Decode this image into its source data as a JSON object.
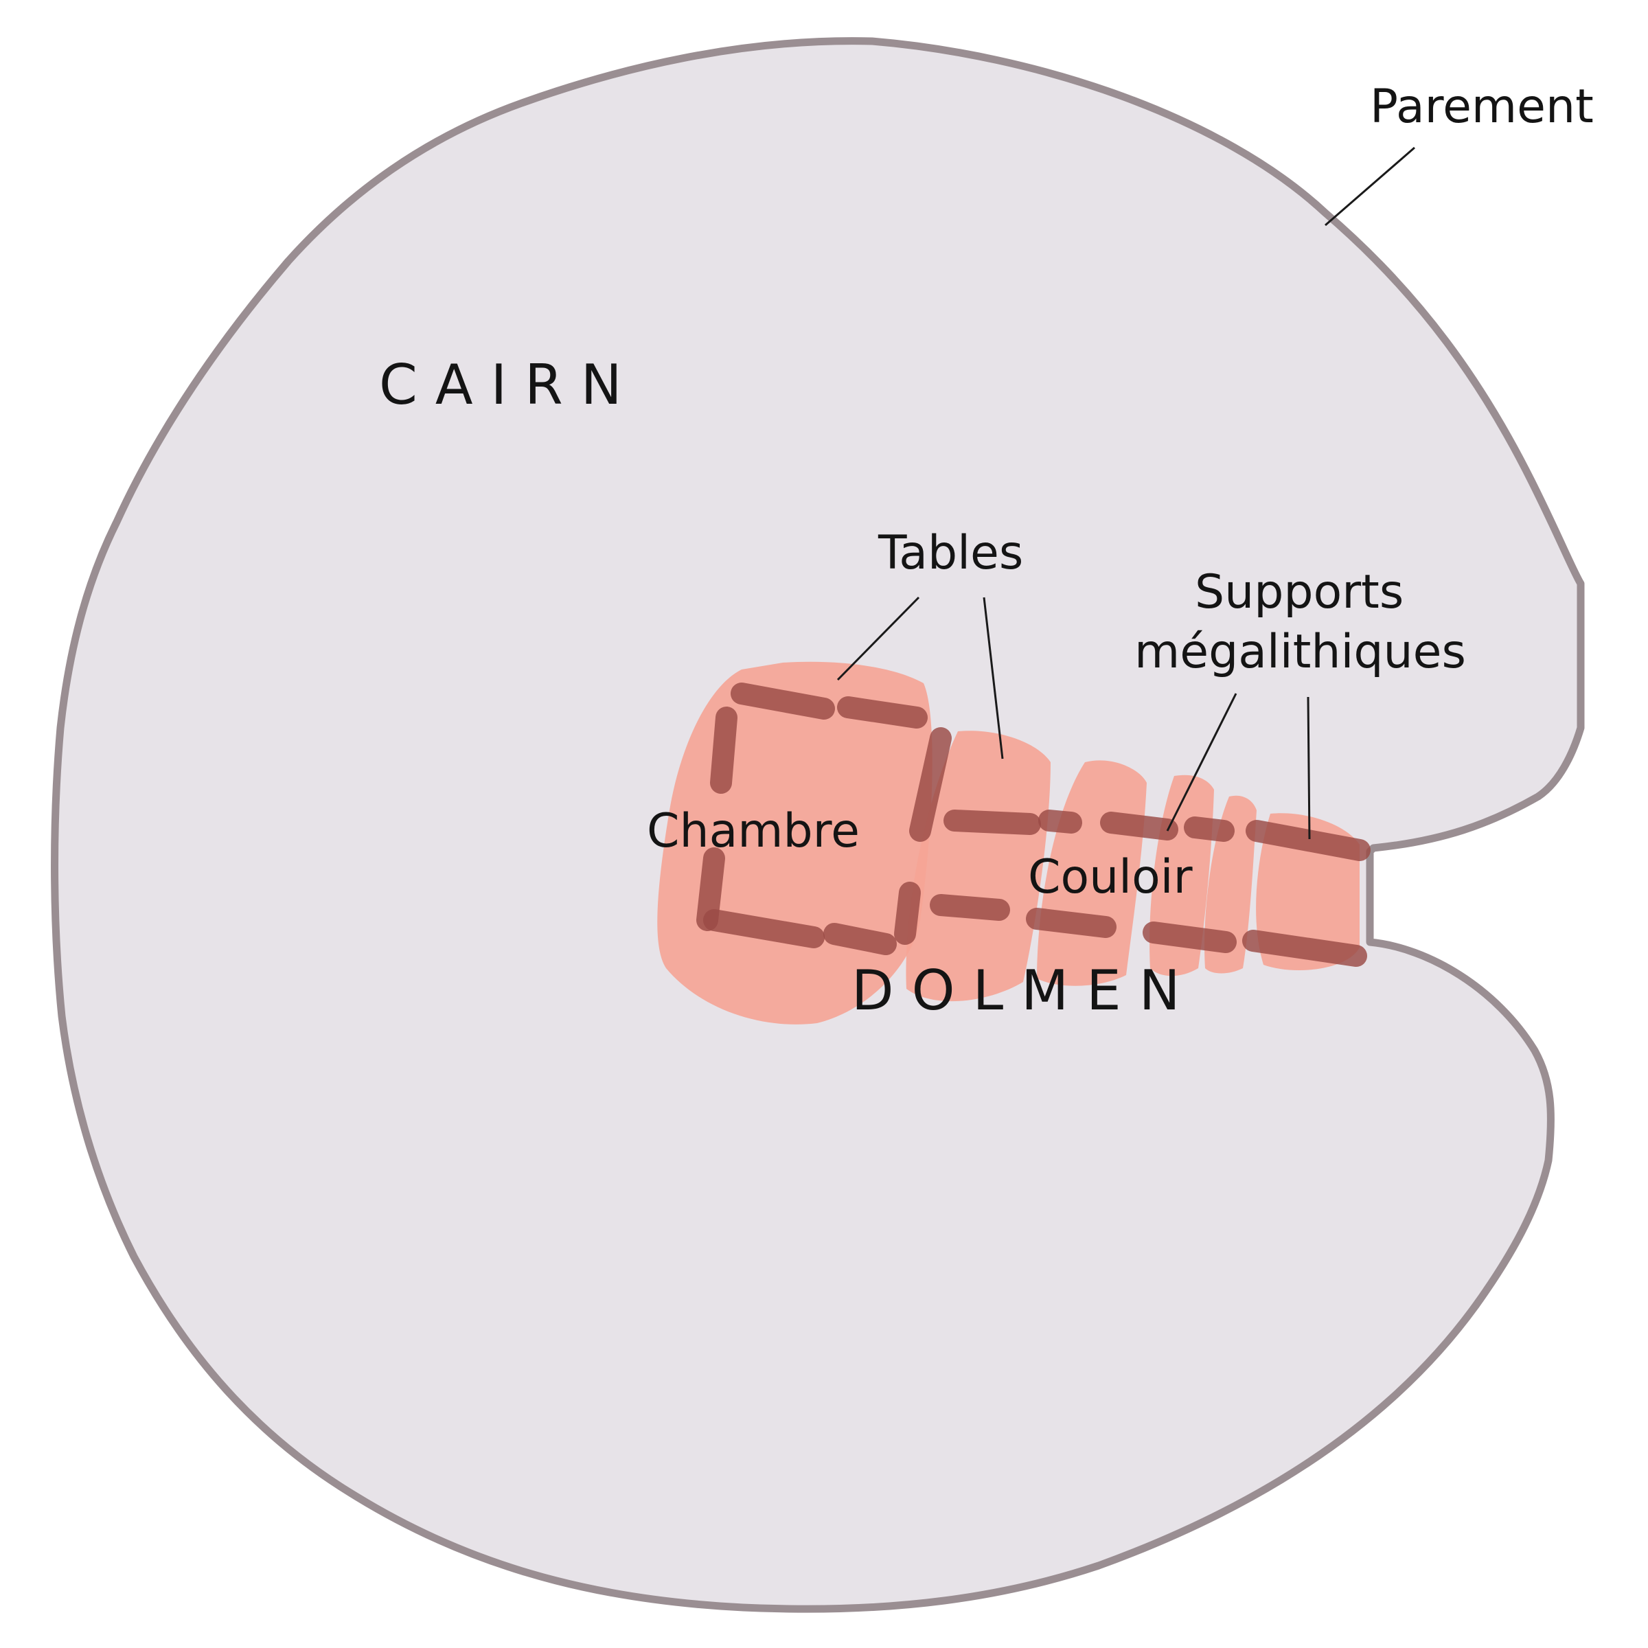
{
  "labels": {
    "cairn": "CAIRN",
    "dolmen": "DOLMEN",
    "parement": "Parement",
    "tables": "Tables",
    "supports_line1": "Supports",
    "supports_line2": "mégalithiques",
    "chambre": "Chambre",
    "couloir": "Couloir"
  },
  "colors": {
    "cairn_fill": "#e7e3e8",
    "cairn_outline": "#9a8e92",
    "slab_fill": "#f5a596",
    "support_stroke": "#9a4b45",
    "text": "#141414"
  }
}
